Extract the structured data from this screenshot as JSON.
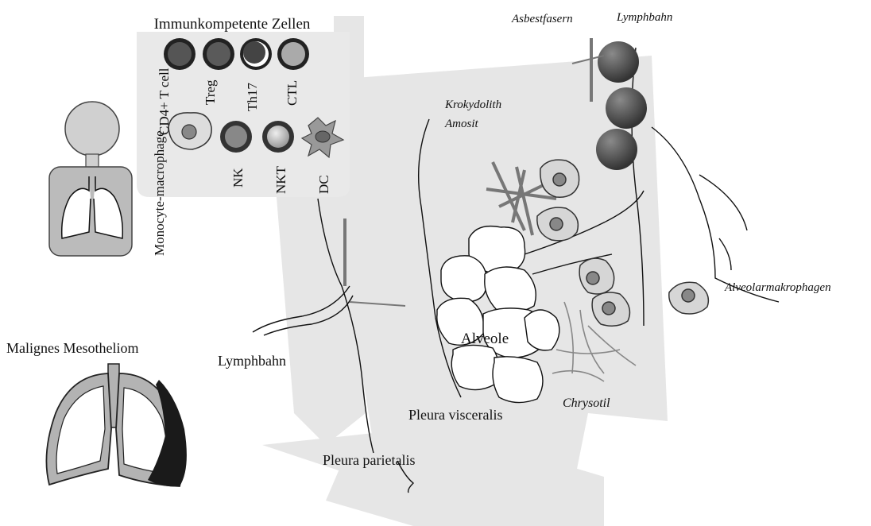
{
  "panel": {
    "title": "Immunkompetente Zellen",
    "cells_top": [
      "CD4+ T cell",
      "Treg",
      "Th17",
      "CTL"
    ],
    "cells_bottom": [
      "Monocyte-macrophage",
      "NK",
      "NKT",
      "DC"
    ]
  },
  "labels": {
    "asbestfasern": "Asbestfasern",
    "lymphbahn_top": "Lymphbahn",
    "krokydolith": "Krokydolith",
    "amosit": "Amosit",
    "alveolarmakrophagen": "Alveolarmakrophagen",
    "alveole": "Alveole",
    "chrysotil": "Chrysotil",
    "pleura_visceralis": "Pleura visceralis",
    "pleura_parietalis": "Pleura parietalis",
    "lymphbahn_left": "Lymphbahn",
    "malignes_mesotheliom": "Malignes Mesotheliom"
  },
  "colors": {
    "arrow_fill": "#e6e6e6",
    "panel_fill": "#e9e9e9",
    "cell_dark": "#3a3a3a",
    "cell_mid": "#8a8a8a",
    "tumor": "#1a1a1a",
    "lung_gray": "#b3b3b3"
  }
}
